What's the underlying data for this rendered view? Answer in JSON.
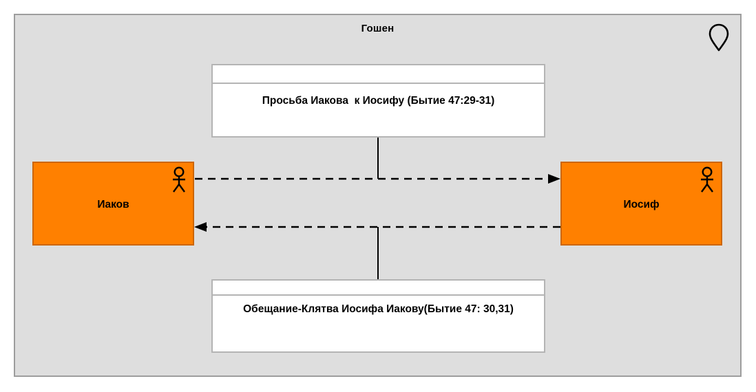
{
  "diagram": {
    "title": "Гошен",
    "background_color": "#dedede",
    "border_color": "#9d9d9d",
    "accent_color": "#ff8000",
    "accent_border_color": "#cc6600",
    "note_background": "#ffffff",
    "note_border": "#b4b4b4",
    "line_color": "#000000",
    "corner_icon": "location-pin-icon"
  },
  "actors": [
    {
      "id": "jacob",
      "label": "Иаков",
      "icon": "actor-stick-figure-icon",
      "side": "left"
    },
    {
      "id": "joseph",
      "label": "Иосиф",
      "icon": "actor-stick-figure-icon",
      "side": "right"
    }
  ],
  "notes": [
    {
      "id": "note-top",
      "header": "",
      "text": "Просьба Иакова  к Иосифу (Бытие 47:29-31)"
    },
    {
      "id": "note-bottom",
      "header": "",
      "text": "Обещание-Клятва Иосифа Иакову(Бытие 47: 30,31)"
    }
  ],
  "edges": [
    {
      "id": "edge-jacob-to-joseph",
      "from": "Иаков",
      "to": "Иосиф",
      "style": "dashed",
      "arrow": "open-right",
      "note": "Просьба Иакова  к Иосифу (Бытие 47:29-31)"
    },
    {
      "id": "edge-joseph-to-jacob",
      "from": "Иосиф",
      "to": "Иаков",
      "style": "dashed",
      "arrow": "open-left",
      "note": "Обещание-Клятва Иосифа Иакову(Бытие 47: 30,31)"
    }
  ]
}
